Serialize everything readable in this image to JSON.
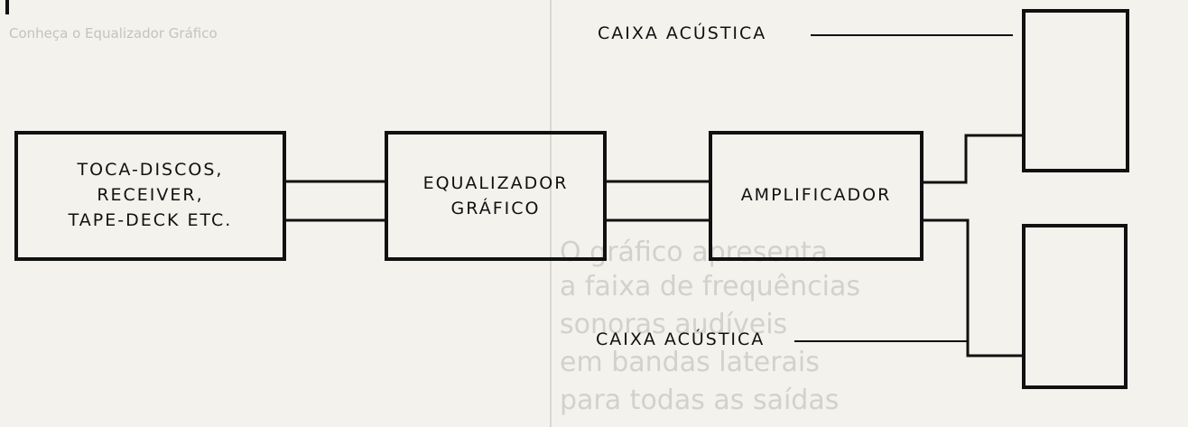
{
  "blocks": {
    "source": {
      "lines": [
        "TOCA-DISCOS,",
        "RECEIVER,",
        "TAPE-DECK  ETC."
      ]
    },
    "equalizer": {
      "lines": [
        "EQUALIZADOR",
        "GRÁFICO"
      ]
    },
    "amplifier": {
      "lines": [
        "AMPLIFICADOR"
      ]
    }
  },
  "speakers": {
    "top_label": "CAIXA  ACÚSTICA",
    "bottom_label": "CAIXA  ACÚSTICA"
  },
  "colors": {
    "ink": "#111111",
    "paper": "#f3f2ed",
    "bleed_through": "#c4c3bd"
  }
}
